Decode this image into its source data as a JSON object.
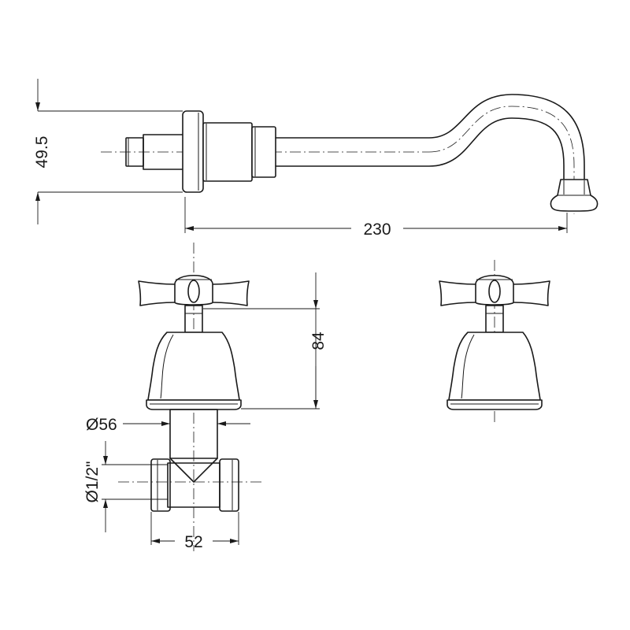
{
  "dimensions": {
    "spout_height": "49.5",
    "spout_length": "230",
    "valve_height": "84",
    "rosette_diameter": "Ø56",
    "thread_size": "Ø1/2\"",
    "body_width": "52"
  }
}
